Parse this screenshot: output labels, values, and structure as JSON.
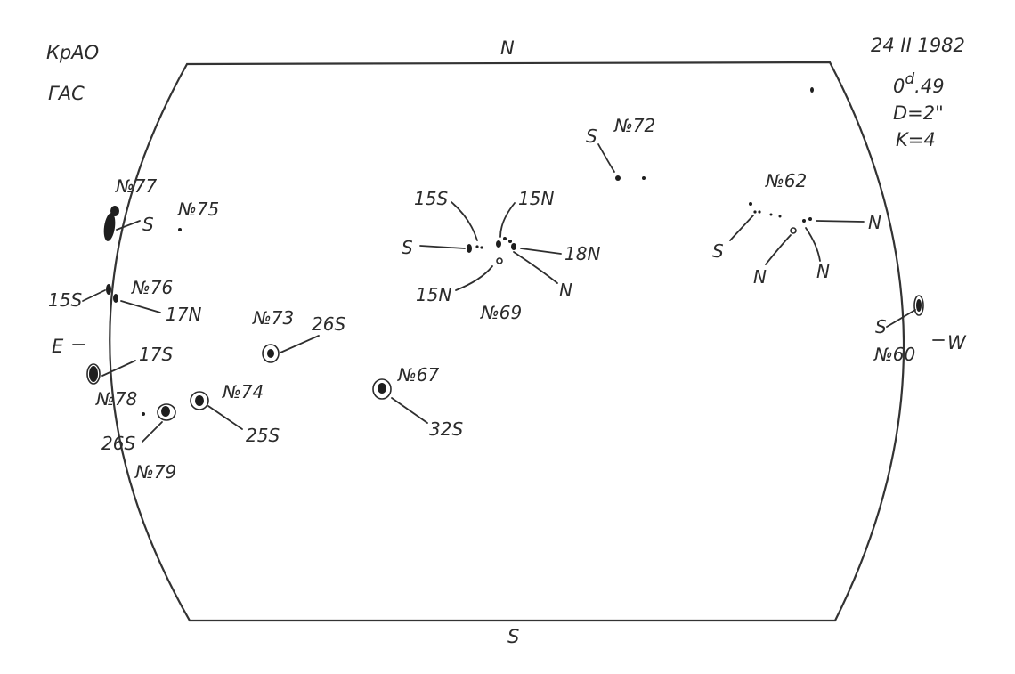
{
  "header": {
    "observatory": "КрАО",
    "instrument": "ГАС",
    "date": "24 II 1982",
    "time_main": "0",
    "time_sup": "d",
    "time_frac": ".49",
    "diameter": "D=2\"",
    "k_value": "K=4"
  },
  "directions": {
    "north": "N",
    "south": "S",
    "east": "E",
    "west": "W"
  },
  "groups": {
    "g77": {
      "number": "№77",
      "polarity": "S"
    },
    "g75": {
      "number": "№75"
    },
    "g76": {
      "number": "№76",
      "left": "15S",
      "right": "17N"
    },
    "g78": {
      "number": "№78",
      "polarity": "17S"
    },
    "g79": {
      "number": "№79",
      "polarity": "26S"
    },
    "g74": {
      "number": "№74",
      "polarity": "25S"
    },
    "g73": {
      "number": "№73",
      "polarity": "26S"
    },
    "g67": {
      "number": "№67",
      "polarity": "32S"
    },
    "g69": {
      "number": "№69",
      "l1": "15S",
      "l2": "15N",
      "l3": "S",
      "l4": "18N",
      "l5": "15N",
      "l6": "N"
    },
    "g72": {
      "number": "№72",
      "polarity": "S"
    },
    "g62": {
      "number": "№62",
      "l1": "S",
      "l2": "N",
      "l3": "N",
      "l4": "N"
    },
    "g60": {
      "number": "№60",
      "polarity": "S"
    }
  },
  "icons": [
    "sun-disk-outline",
    "sunspot-marks"
  ]
}
